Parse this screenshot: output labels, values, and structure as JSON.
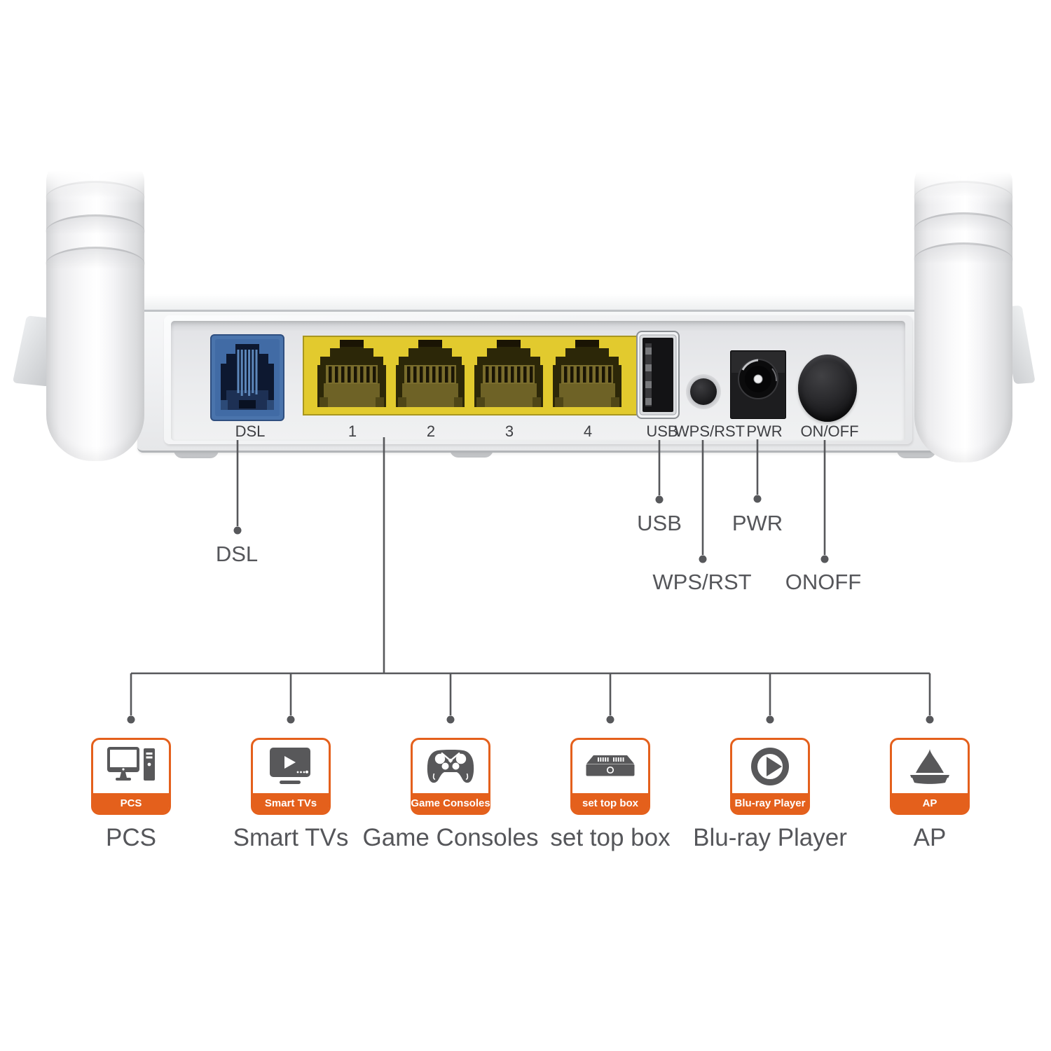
{
  "colors": {
    "accent_orange": "#e4601c",
    "label_gray": "#55565a",
    "line_gray": "#57585b",
    "lan_yellow": "#e2ca2e",
    "dsl_blue": "#4a74ac",
    "icon_gray": "#58585a"
  },
  "router": {
    "ports": {
      "dsl": "DSL",
      "lan1": "1",
      "lan2": "2",
      "lan3": "3",
      "lan4": "4",
      "usb": "USB",
      "wps": "WPS/RST",
      "pwr": "PWR",
      "onoff": "ON/OFF"
    }
  },
  "callouts": {
    "dsl": "DSL",
    "usb": "USB",
    "pwr": "PWR",
    "wps": "WPS/RST",
    "onoff": "ONOFF"
  },
  "devices": [
    {
      "name": "PCS",
      "icon": "desktop-pc-icon"
    },
    {
      "name": "Smart TVs",
      "icon": "smart-tv-icon"
    },
    {
      "name": "Game Consoles",
      "icon": "gamepad-icon"
    },
    {
      "name": "set top box",
      "icon": "set-top-box-icon"
    },
    {
      "name": "Blu-ray Player",
      "icon": "bluray-player-icon"
    },
    {
      "name": "AP",
      "icon": "access-point-icon"
    }
  ]
}
